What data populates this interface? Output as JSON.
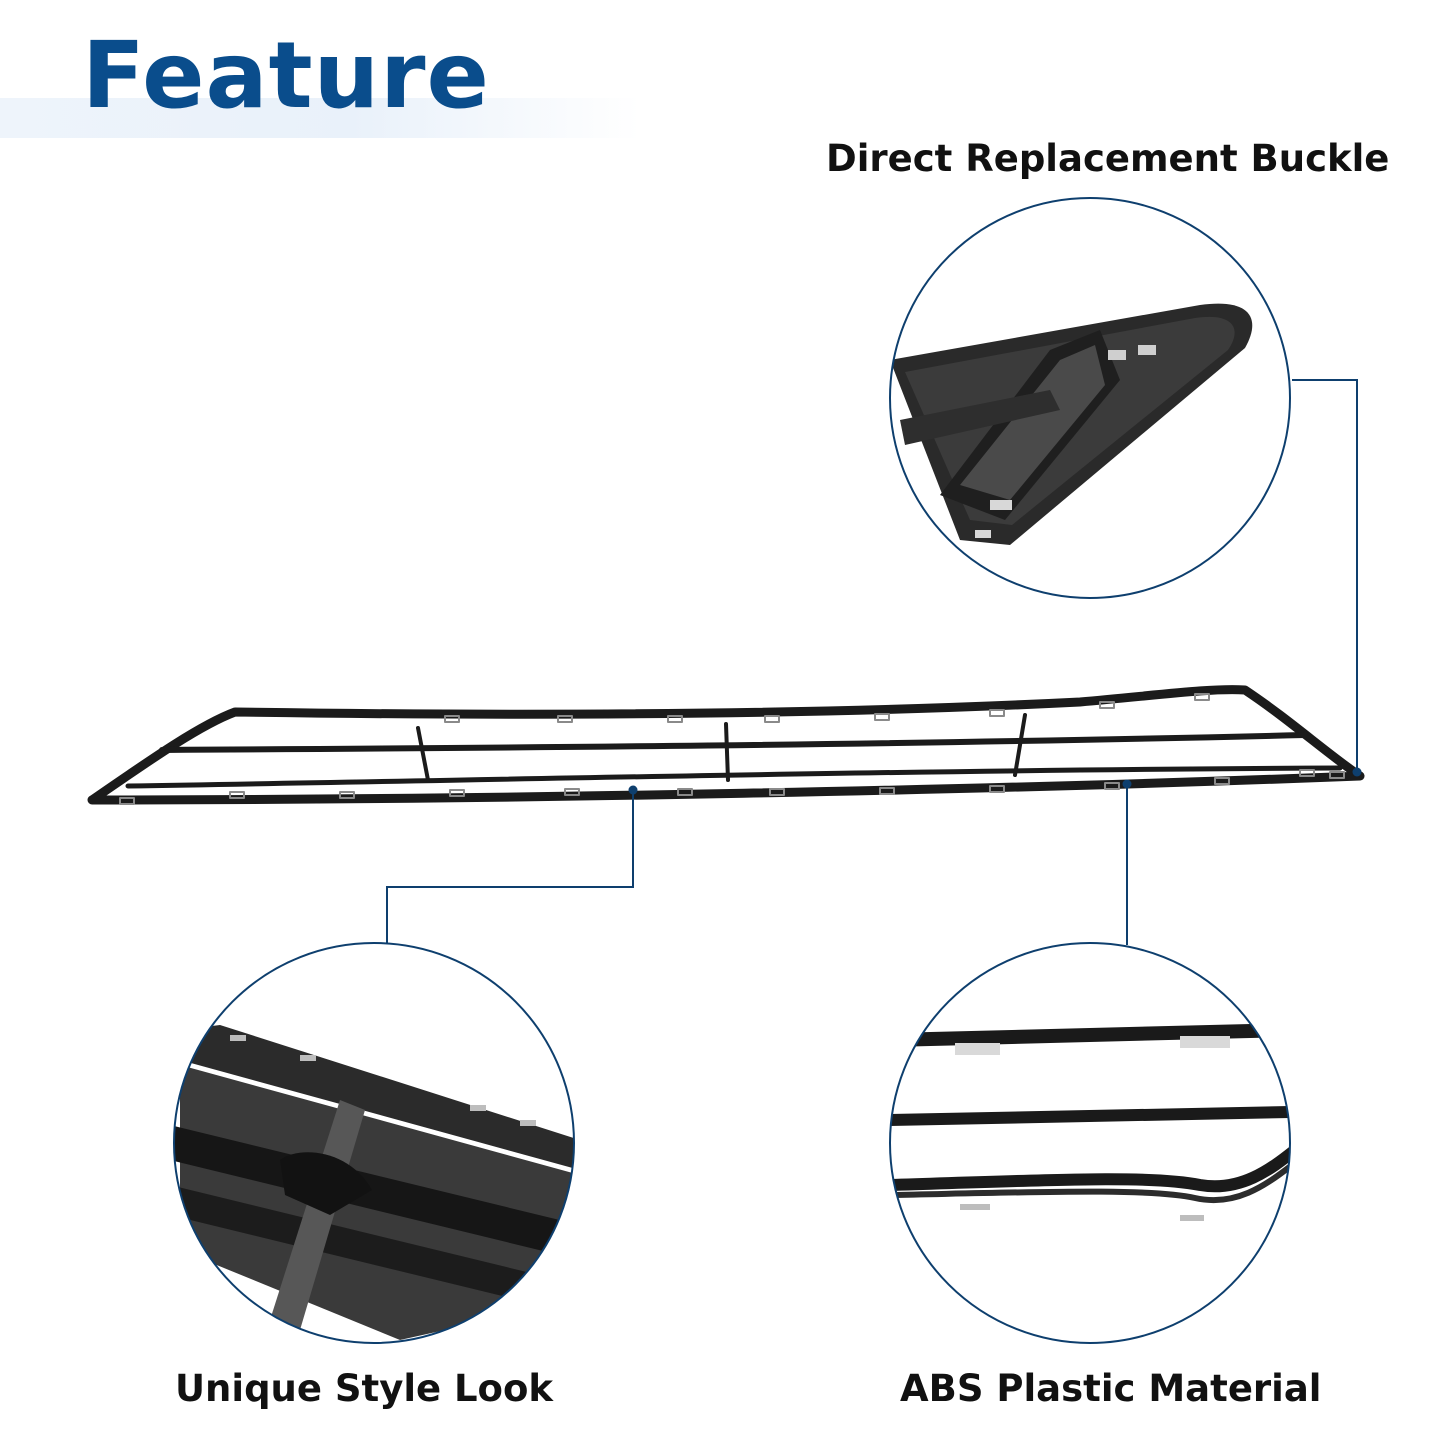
{
  "title": "Feature",
  "features": {
    "buckle": "Direct Replacement Buckle",
    "style": "Unique Style Look",
    "material": "ABS Plastic Material"
  },
  "colors": {
    "title": "#0a4d8c",
    "callout_line": "#0e3f6e",
    "product": "#1b1b1b"
  }
}
